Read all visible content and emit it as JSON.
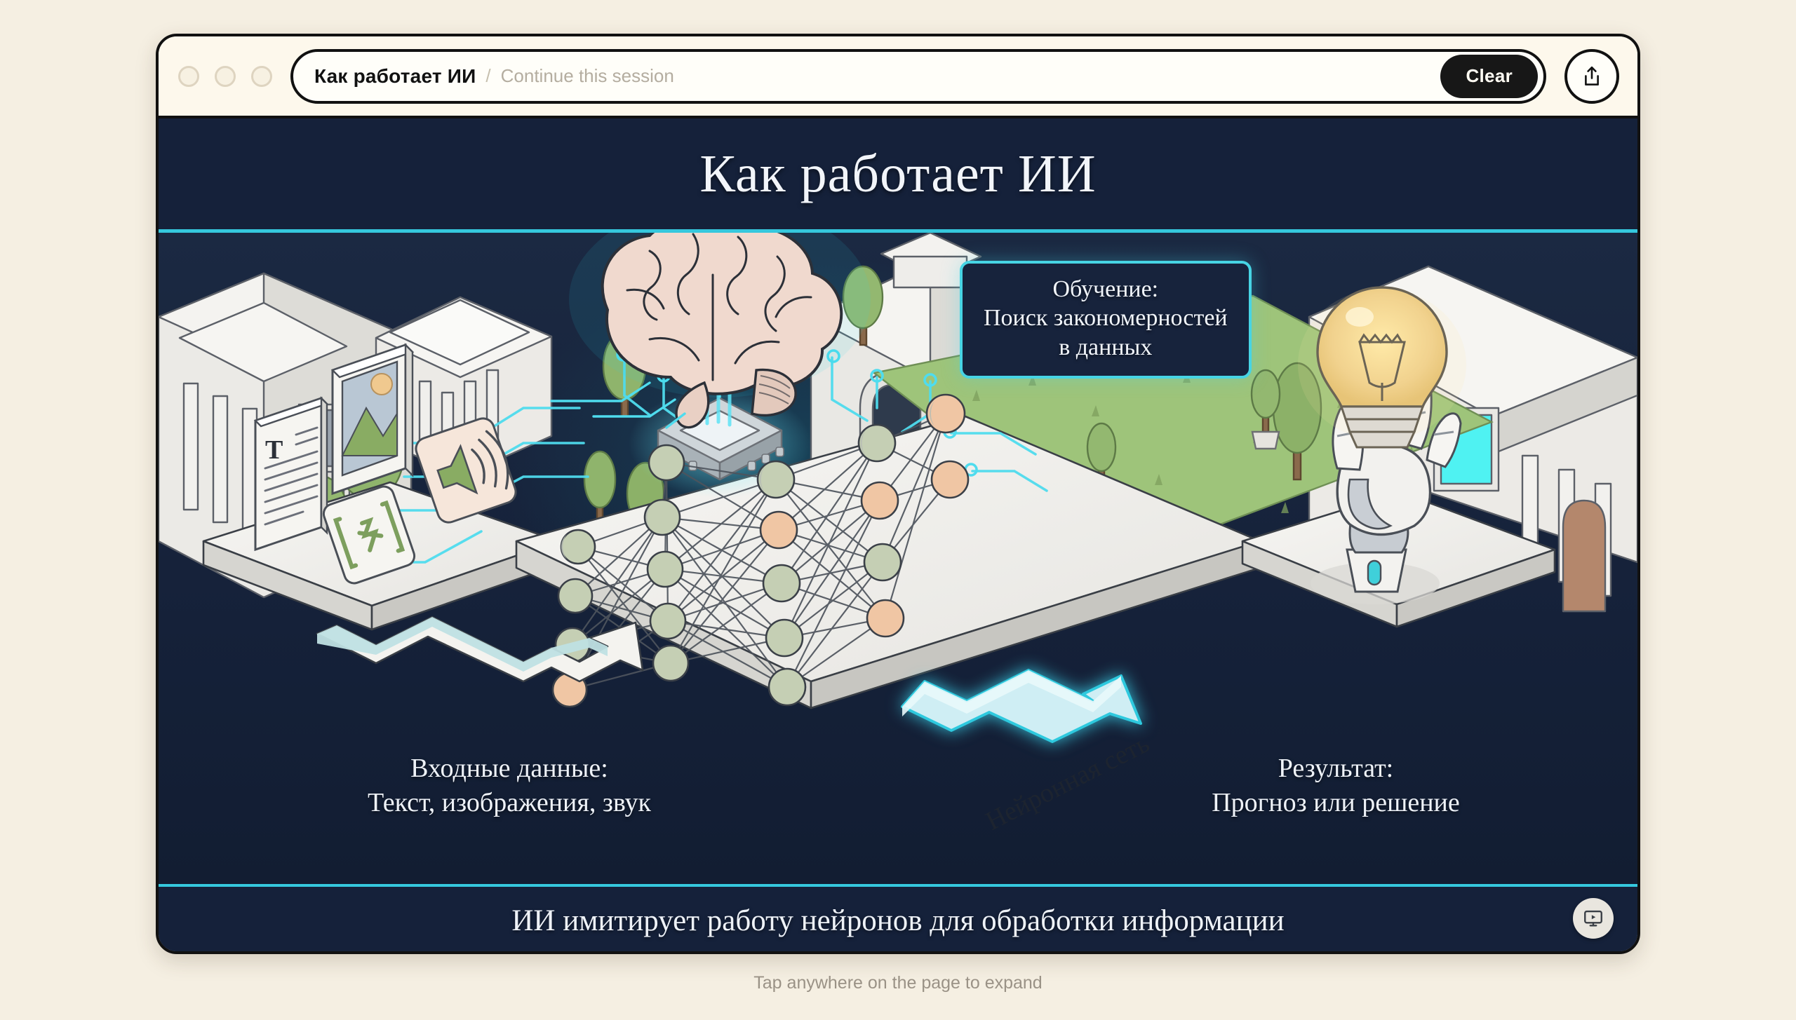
{
  "window": {
    "traffic_lights": [
      "close",
      "minimize",
      "maximize"
    ],
    "url": {
      "title": "Как работает ИИ",
      "separator": "/",
      "subtitle": "Continue this session"
    },
    "clear_label": "Clear",
    "share_icon": "share-upload-icon"
  },
  "infographic": {
    "title": "Как работает ИИ",
    "footer": "ИИ имитирует работу нейронов для обработки информации",
    "callout": {
      "line1": "Обучение:",
      "line2": "Поиск закономерностей",
      "line3": "в данных"
    },
    "captions": {
      "input": {
        "line1": "Входные данные:",
        "line2": "Текст, изображения, звук"
      },
      "output": {
        "line1": "Результат:",
        "line2": "Прогноз или решение"
      }
    },
    "network_label": "Нейронная сеть",
    "input_cards": [
      {
        "icon": "text-document-icon",
        "letter": "T"
      },
      {
        "icon": "image-photo-icon"
      },
      {
        "icon": "code-brackets-icon"
      },
      {
        "icon": "speaker-sound-icon"
      }
    ],
    "scene_elements": [
      "brain-icon",
      "cpu-chip-icon",
      "circuit-traces",
      "neural-network-graph",
      "robot-hand-icon",
      "lightbulb-icon",
      "classical-buildings",
      "trees"
    ],
    "colors": {
      "background": "#162239",
      "header": "#15213a",
      "accent_cyan": "#35c8dd",
      "platform": "#f3f2ef",
      "grass": "#9ec47a",
      "node_green": "#c5cfb4",
      "node_peach": "#f0c6a4",
      "bulb": "#f5dba0",
      "window_lit": "#4ff2f2"
    }
  },
  "expand_button_icon": "presentation-play-icon",
  "hint": "Tap anywhere on the page to expand"
}
